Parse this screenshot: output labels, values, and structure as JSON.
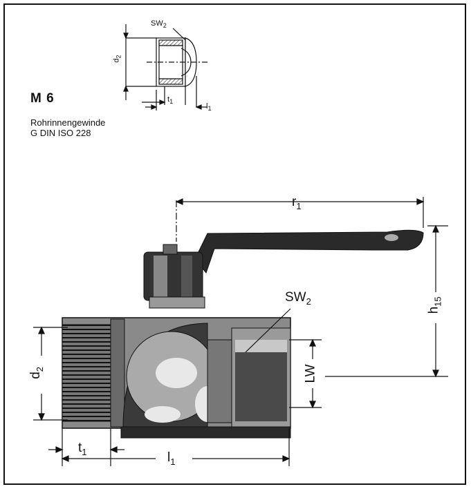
{
  "heading": {
    "title": "M 6",
    "line1": "Rohrinnengewinde",
    "line2": "G DIN ISO 228"
  },
  "small_drawing": {
    "labels": {
      "sw": "SW",
      "sw_sub": "2",
      "d": "d",
      "d_sub": "2",
      "t": "t",
      "t_sub": "1",
      "l": "l",
      "l_sub": "1"
    }
  },
  "main_drawing": {
    "labels": {
      "r": "r",
      "r_sub": "1",
      "h": "h",
      "h_sub": "15",
      "sw": "SW",
      "sw_sub": "2",
      "lw": "LW",
      "d": "d",
      "d_sub": "2",
      "t": "t",
      "t_sub": "1",
      "l": "l",
      "l_sub": "1"
    }
  },
  "colors": {
    "ink": "#111111",
    "body_gray": "#8a8a8a",
    "dark": "#2a2a2a",
    "light": "#d9d9d9"
  }
}
